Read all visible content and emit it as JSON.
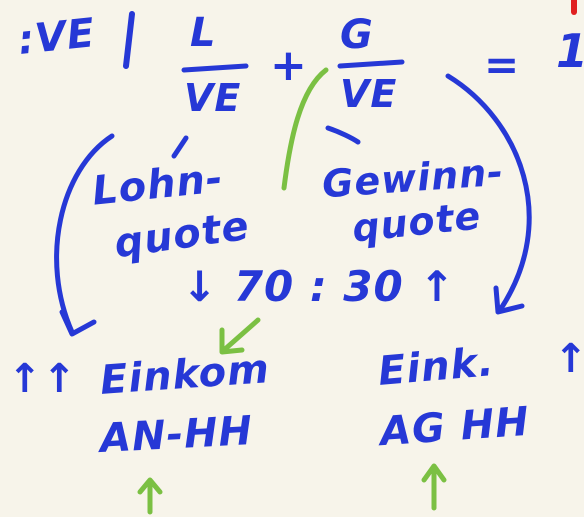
{
  "equation": {
    "prefix": ":VE",
    "left_numerator": "L",
    "left_denominator": "VE",
    "plus": "+",
    "right_numerator": "G",
    "right_denominator": "VE",
    "equals": "=",
    "result": "1"
  },
  "shares": {
    "left_line1": "Lohn-",
    "left_line2": "quote",
    "right_line1": "Gewinn-",
    "right_line2": "quote",
    "ratio": "↓ 70 : 30 ↑"
  },
  "incomes": {
    "left_arrows": "↑↑",
    "left_line1": "Einkom",
    "left_line2": "AN-HH",
    "right_line1": "Eink.",
    "right_line2": "AG HH",
    "right_arrow": "↑"
  },
  "colors": {
    "ink_blue": "#2638d6",
    "ink_green": "#7bc043",
    "paper": "#f7f4ea"
  }
}
